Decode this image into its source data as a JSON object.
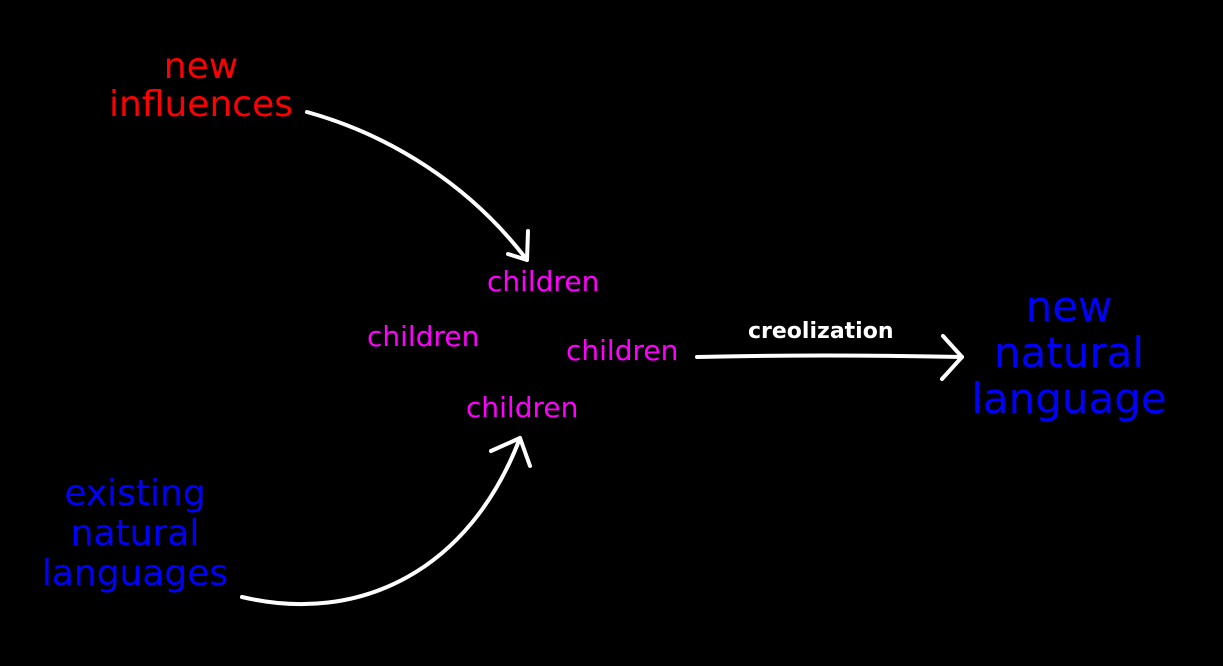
{
  "diagram": {
    "new_influences": [
      "new",
      "influences"
    ],
    "existing_languages": [
      "existing",
      "natural",
      "languages"
    ],
    "children": [
      "children",
      "children",
      "children",
      "children"
    ],
    "process_label": "creolization",
    "new_language": [
      "new",
      "natural",
      "language"
    ]
  },
  "colors": {
    "background": "#000000",
    "new_influences": "#ff0000",
    "languages": "#0000ff",
    "children": "#ff00ff",
    "arrows": "#ffffff"
  }
}
